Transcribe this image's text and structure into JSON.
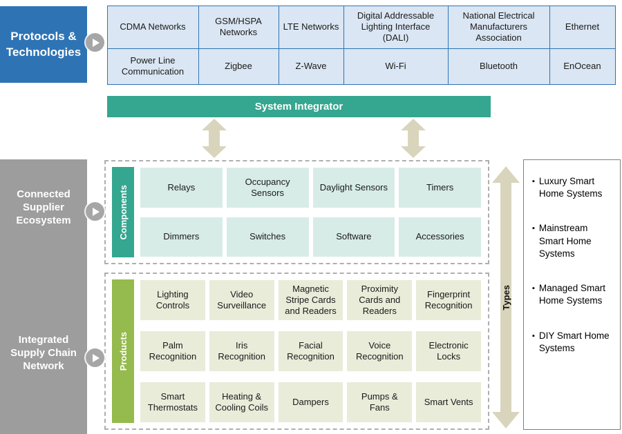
{
  "colors": {
    "blue": "#2e74b5",
    "blue_light": "#dae6f3",
    "teal": "#35a68f",
    "teal_light": "#d7ece7",
    "green": "#95ba4d",
    "green_light": "#e8ecd9",
    "arrow_beige": "#d9d5bd",
    "sidebar_gray": "#9d9d9d"
  },
  "sidebar": {
    "protocols_label": "Protocols & Technologies",
    "connected_label": "Connected Supplier Ecosystem",
    "integrated_label": "Integrated Supply Chain Network"
  },
  "protocols": {
    "row1": [
      "CDMA Networks",
      "GSM/HSPA Networks",
      "LTE Networks",
      "Digital Addressable Lighting Interface (DALI)",
      "National Electrical Manufacturers Association",
      "Ethernet"
    ],
    "row2": [
      "Power Line Communication",
      "Zigbee",
      "Z-Wave",
      "Wi-Fi",
      "Bluetooth",
      "EnOcean"
    ]
  },
  "system_integrator": {
    "label": "System Integrator"
  },
  "components": {
    "label": "Components",
    "row1": [
      "Relays",
      "Occupancy Sensors",
      "Daylight Sensors",
      "Timers"
    ],
    "row2": [
      "Dimmers",
      "Switches",
      "Software",
      "Accessories"
    ]
  },
  "products": {
    "label": "Products",
    "row1": [
      "Lighting Controls",
      "Video Surveillance",
      "Magnetic Stripe Cards and Readers",
      "Proximity Cards and Readers",
      "Fingerprint Recognition"
    ],
    "row2": [
      "Palm Recognition",
      "Iris Recognition",
      "Facial Recognition",
      "Voice Recognition",
      "Electronic Locks"
    ],
    "row3": [
      "Smart Thermostats",
      "Heating & Cooling Coils",
      "Dampers",
      "Pumps & Fans",
      "Smart Vents"
    ]
  },
  "types": {
    "label": "Types",
    "items": [
      "Luxury Smart Home Systems",
      "Mainstream Smart Home Systems",
      "Managed Smart Home Systems",
      "DIY Smart Home Systems"
    ]
  }
}
